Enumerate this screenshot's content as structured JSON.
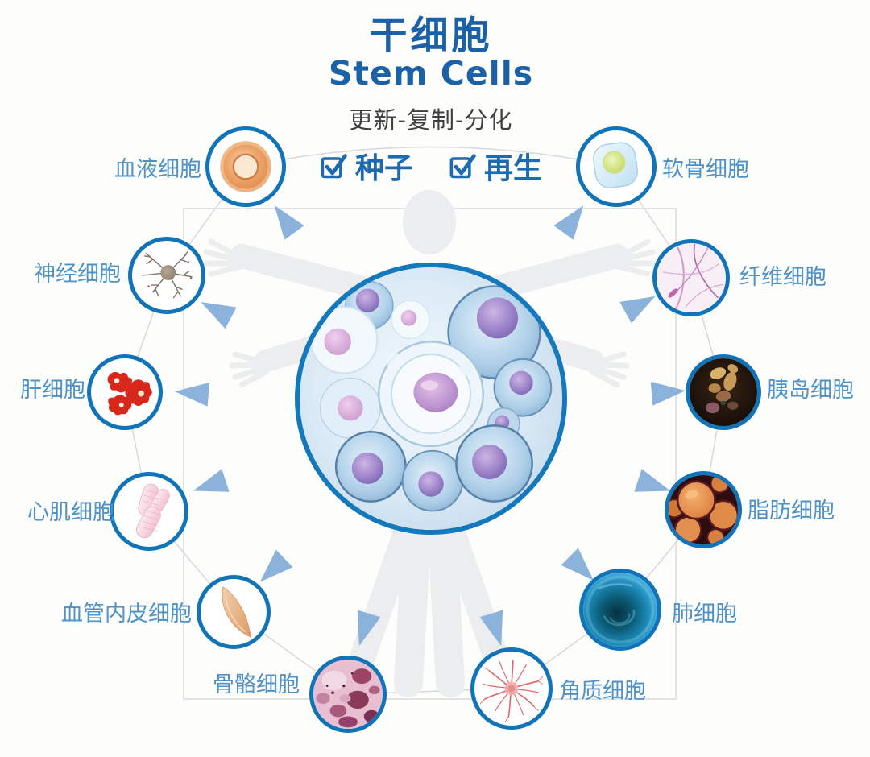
{
  "header": {
    "title_zh": "干细胞",
    "title_en": "Stem Cells",
    "subtitle": "更新-复制-分化",
    "features": [
      {
        "label": "种子"
      },
      {
        "label": "再生"
      }
    ]
  },
  "cells": [
    {
      "id": "blood",
      "label": "血液细胞"
    },
    {
      "id": "cartilage",
      "label": "软骨细胞"
    },
    {
      "id": "nerve",
      "label": "神经细胞"
    },
    {
      "id": "fiber",
      "label": "纤维细胞"
    },
    {
      "id": "liver",
      "label": "肝细胞"
    },
    {
      "id": "islet",
      "label": "胰岛细胞"
    },
    {
      "id": "cardiac",
      "label": "心肌细胞"
    },
    {
      "id": "fat",
      "label": "脂肪细胞"
    },
    {
      "id": "endothelial",
      "label": "血管内皮细胞"
    },
    {
      "id": "lung",
      "label": "肺细胞"
    },
    {
      "id": "bone",
      "label": "骨骼细胞"
    },
    {
      "id": "keratin",
      "label": "角质细胞"
    }
  ],
  "colors": {
    "title_blue": "#1a61a8",
    "label_blue": "#4e92c8",
    "feature_blue": "#1d6ab1",
    "circle_border": "#1173b8",
    "arrow_blue": "#8ab2da",
    "subtitle_dark": "#3f3f3f"
  }
}
